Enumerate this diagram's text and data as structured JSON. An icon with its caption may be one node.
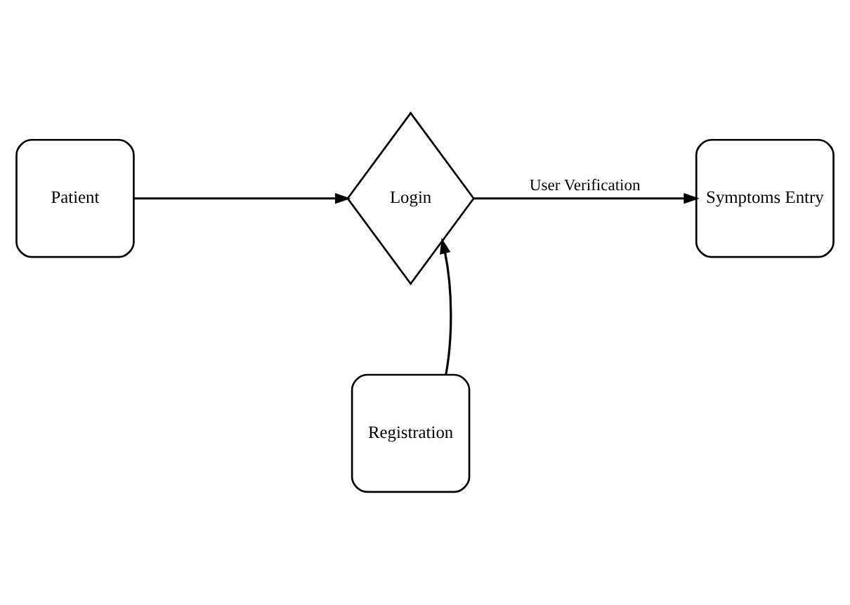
{
  "diagram": {
    "nodes": [
      {
        "text": [
          "Patient"
        ]
      },
      {
        "text": [
          "Login"
        ]
      },
      {
        "text": [
          "Symptoms Entry"
        ]
      },
      {
        "text": [
          "Registration"
        ]
      }
    ],
    "edges": [
      {
        "from": 0,
        "to": 1,
        "arrow": "to"
      },
      {
        "from": 1,
        "to": 2,
        "arrow": "to",
        "label": "User Verification"
      },
      {
        "from": 3,
        "to": 1,
        "arrow": "to"
      }
    ]
  }
}
